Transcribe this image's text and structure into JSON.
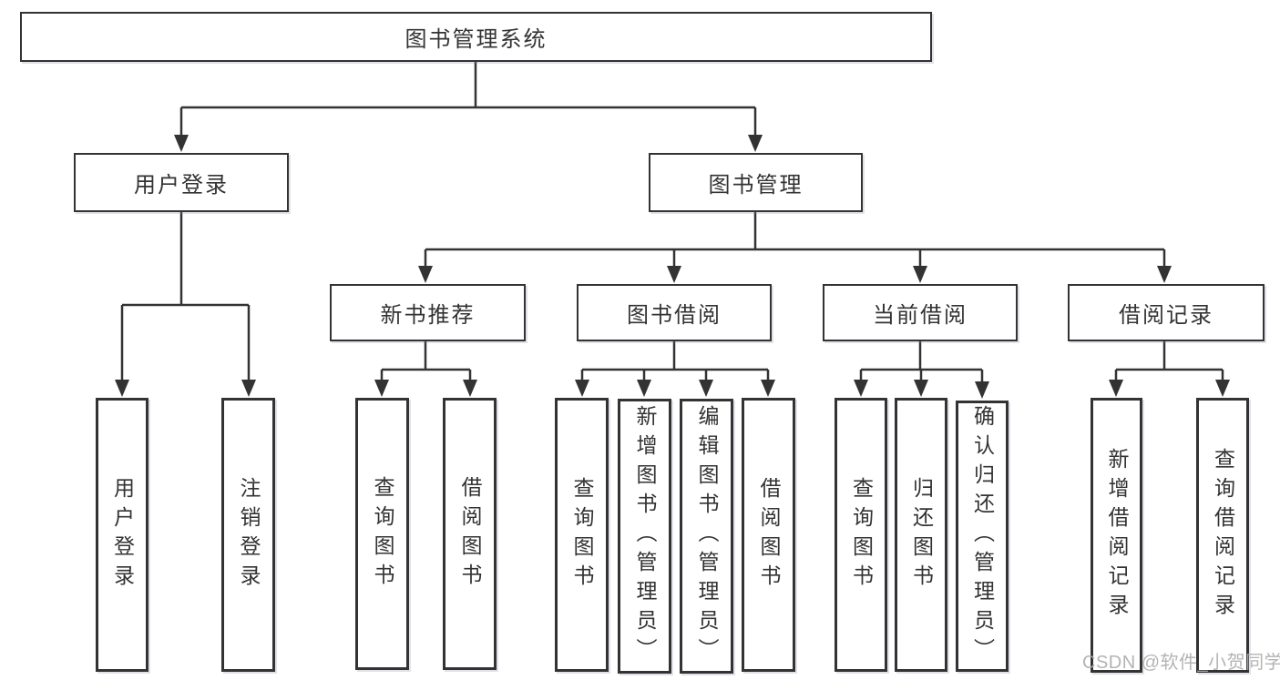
{
  "nodes": {
    "root": {
      "label": "图书管理系统"
    },
    "user_login": {
      "label": "用户登录"
    },
    "book_mgmt": {
      "label": "图书管理"
    },
    "new_book_rec": {
      "label": "新书推荐"
    },
    "book_borrow": {
      "label": "图书借阅"
    },
    "current_borrow": {
      "label": "当前借阅"
    },
    "borrow_record": {
      "label": "借阅记录"
    },
    "leaf_user_login": {
      "label": "用户登录"
    },
    "leaf_logout": {
      "label": "注销登录"
    },
    "leaf_rec_query": {
      "label": "查询图书"
    },
    "leaf_rec_borrow": {
      "label": "借阅图书"
    },
    "leaf_bb_query": {
      "label": "查询图书"
    },
    "leaf_bb_add": {
      "label": "新增图书（管理员）"
    },
    "leaf_bb_edit": {
      "label": "编辑图书（管理员）"
    },
    "leaf_bb_borrow": {
      "label": "借阅图书"
    },
    "leaf_cb_query": {
      "label": "查询图书"
    },
    "leaf_cb_return": {
      "label": "归还图书"
    },
    "leaf_cb_confirm": {
      "label": "确认归还（管理员）"
    },
    "leaf_br_add": {
      "label": "新增借阅记录"
    },
    "leaf_br_query": {
      "label": "查询借阅记录"
    }
  },
  "watermark": {
    "text": "CSDN @软件_小贺同学"
  },
  "colors": {
    "line": "#333333",
    "box_border": "#333333",
    "box_fill": "#ffffff",
    "text": "#333333",
    "watermark": "#acacac",
    "background": "#ffffff"
  }
}
